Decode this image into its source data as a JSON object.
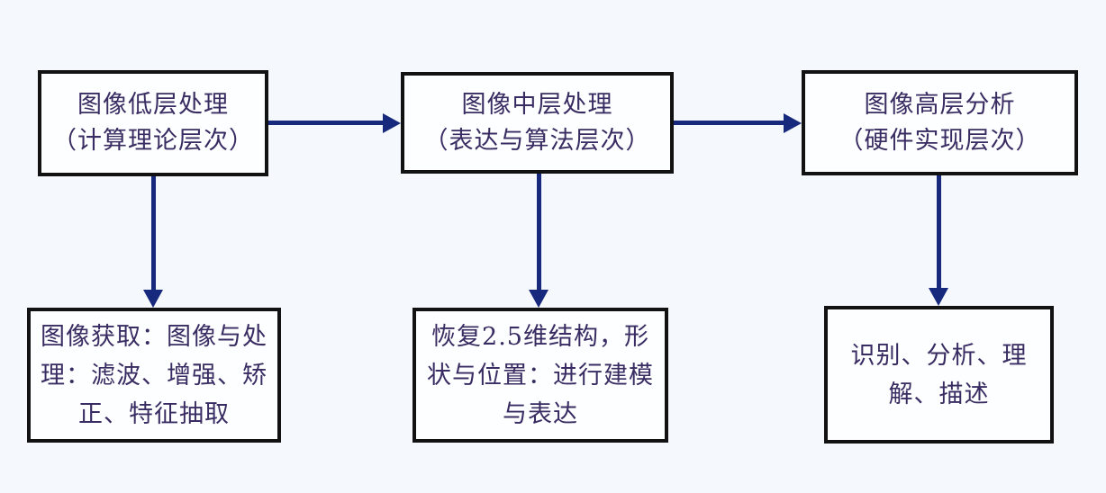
{
  "theme": {
    "background": "#f5f8fc",
    "box_fill": "#fdfeff",
    "box_border": "#121212",
    "arrow_color": "#16297d",
    "text_color": "#392c62"
  },
  "diagram": {
    "type": "flowchart",
    "top_row": [
      {
        "id": "image-low-level-processing",
        "line1": "图像低层处理",
        "line2": "（计算理论层次）"
      },
      {
        "id": "image-mid-level-processing",
        "line1": "图像中层处理",
        "line2": "（表达与算法层次）"
      },
      {
        "id": "image-high-level-analysis",
        "line1": "图像高层分析",
        "line2": "（硬件实现层次）"
      }
    ],
    "bottom_row": [
      {
        "id": "image-acquisition",
        "lines": [
          "图像获取：图像与处",
          "理：滤波、增强、矫",
          "正、特征抽取"
        ]
      },
      {
        "id": "recover-structure",
        "lines": [
          "恢复2.5维结构，形",
          "状与位置：进行建模",
          "与表达"
        ]
      },
      {
        "id": "recognition-description",
        "lines": [
          "识别、分析、理",
          "解、描述"
        ]
      }
    ],
    "connections": [
      {
        "from": "image-low-level-processing",
        "to": "image-mid-level-processing",
        "direction": "right"
      },
      {
        "from": "image-mid-level-processing",
        "to": "image-high-level-analysis",
        "direction": "right"
      },
      {
        "from": "image-low-level-processing",
        "to": "image-acquisition",
        "direction": "down"
      },
      {
        "from": "image-mid-level-processing",
        "to": "recover-structure",
        "direction": "down"
      },
      {
        "from": "image-high-level-analysis",
        "to": "recognition-description",
        "direction": "down"
      }
    ]
  }
}
